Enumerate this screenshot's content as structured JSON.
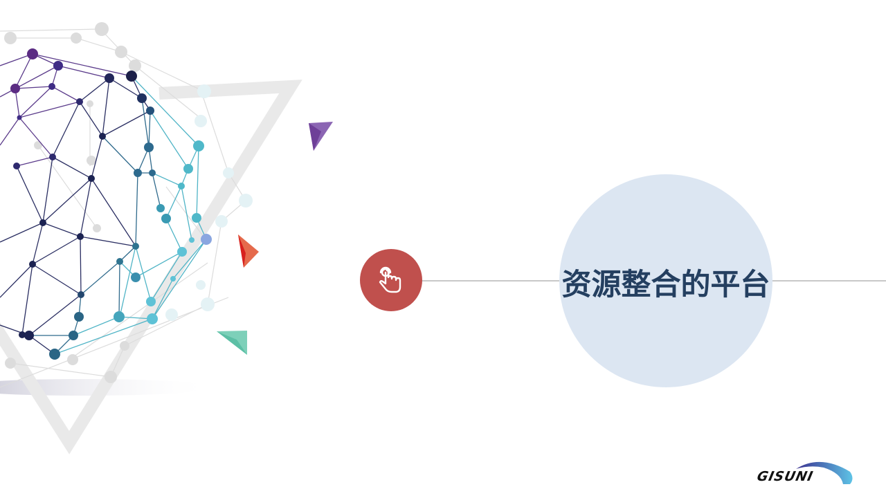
{
  "slide": {
    "title": "资源整合的平台",
    "title_color": "#243f60",
    "title_circle_color": "#dce6f2",
    "icon_badge": {
      "icon": "hand-pointer-tap-icon",
      "color": "#c0504d"
    },
    "connector_color": "#c8c8c8"
  },
  "decorations": {
    "network_sphere": {
      "colors": [
        "#5b2c83",
        "#2e2a6e",
        "#1c2352",
        "#2d6a8e",
        "#4fb8c9"
      ]
    },
    "triangles": [
      {
        "name": "purple-triangle",
        "color": "#7b4fa0"
      },
      {
        "name": "red-triangle",
        "color": "#e0443a"
      },
      {
        "name": "teal-triangle",
        "color": "#5cbfa5"
      }
    ]
  },
  "logo": {
    "text": "GISUNI"
  }
}
